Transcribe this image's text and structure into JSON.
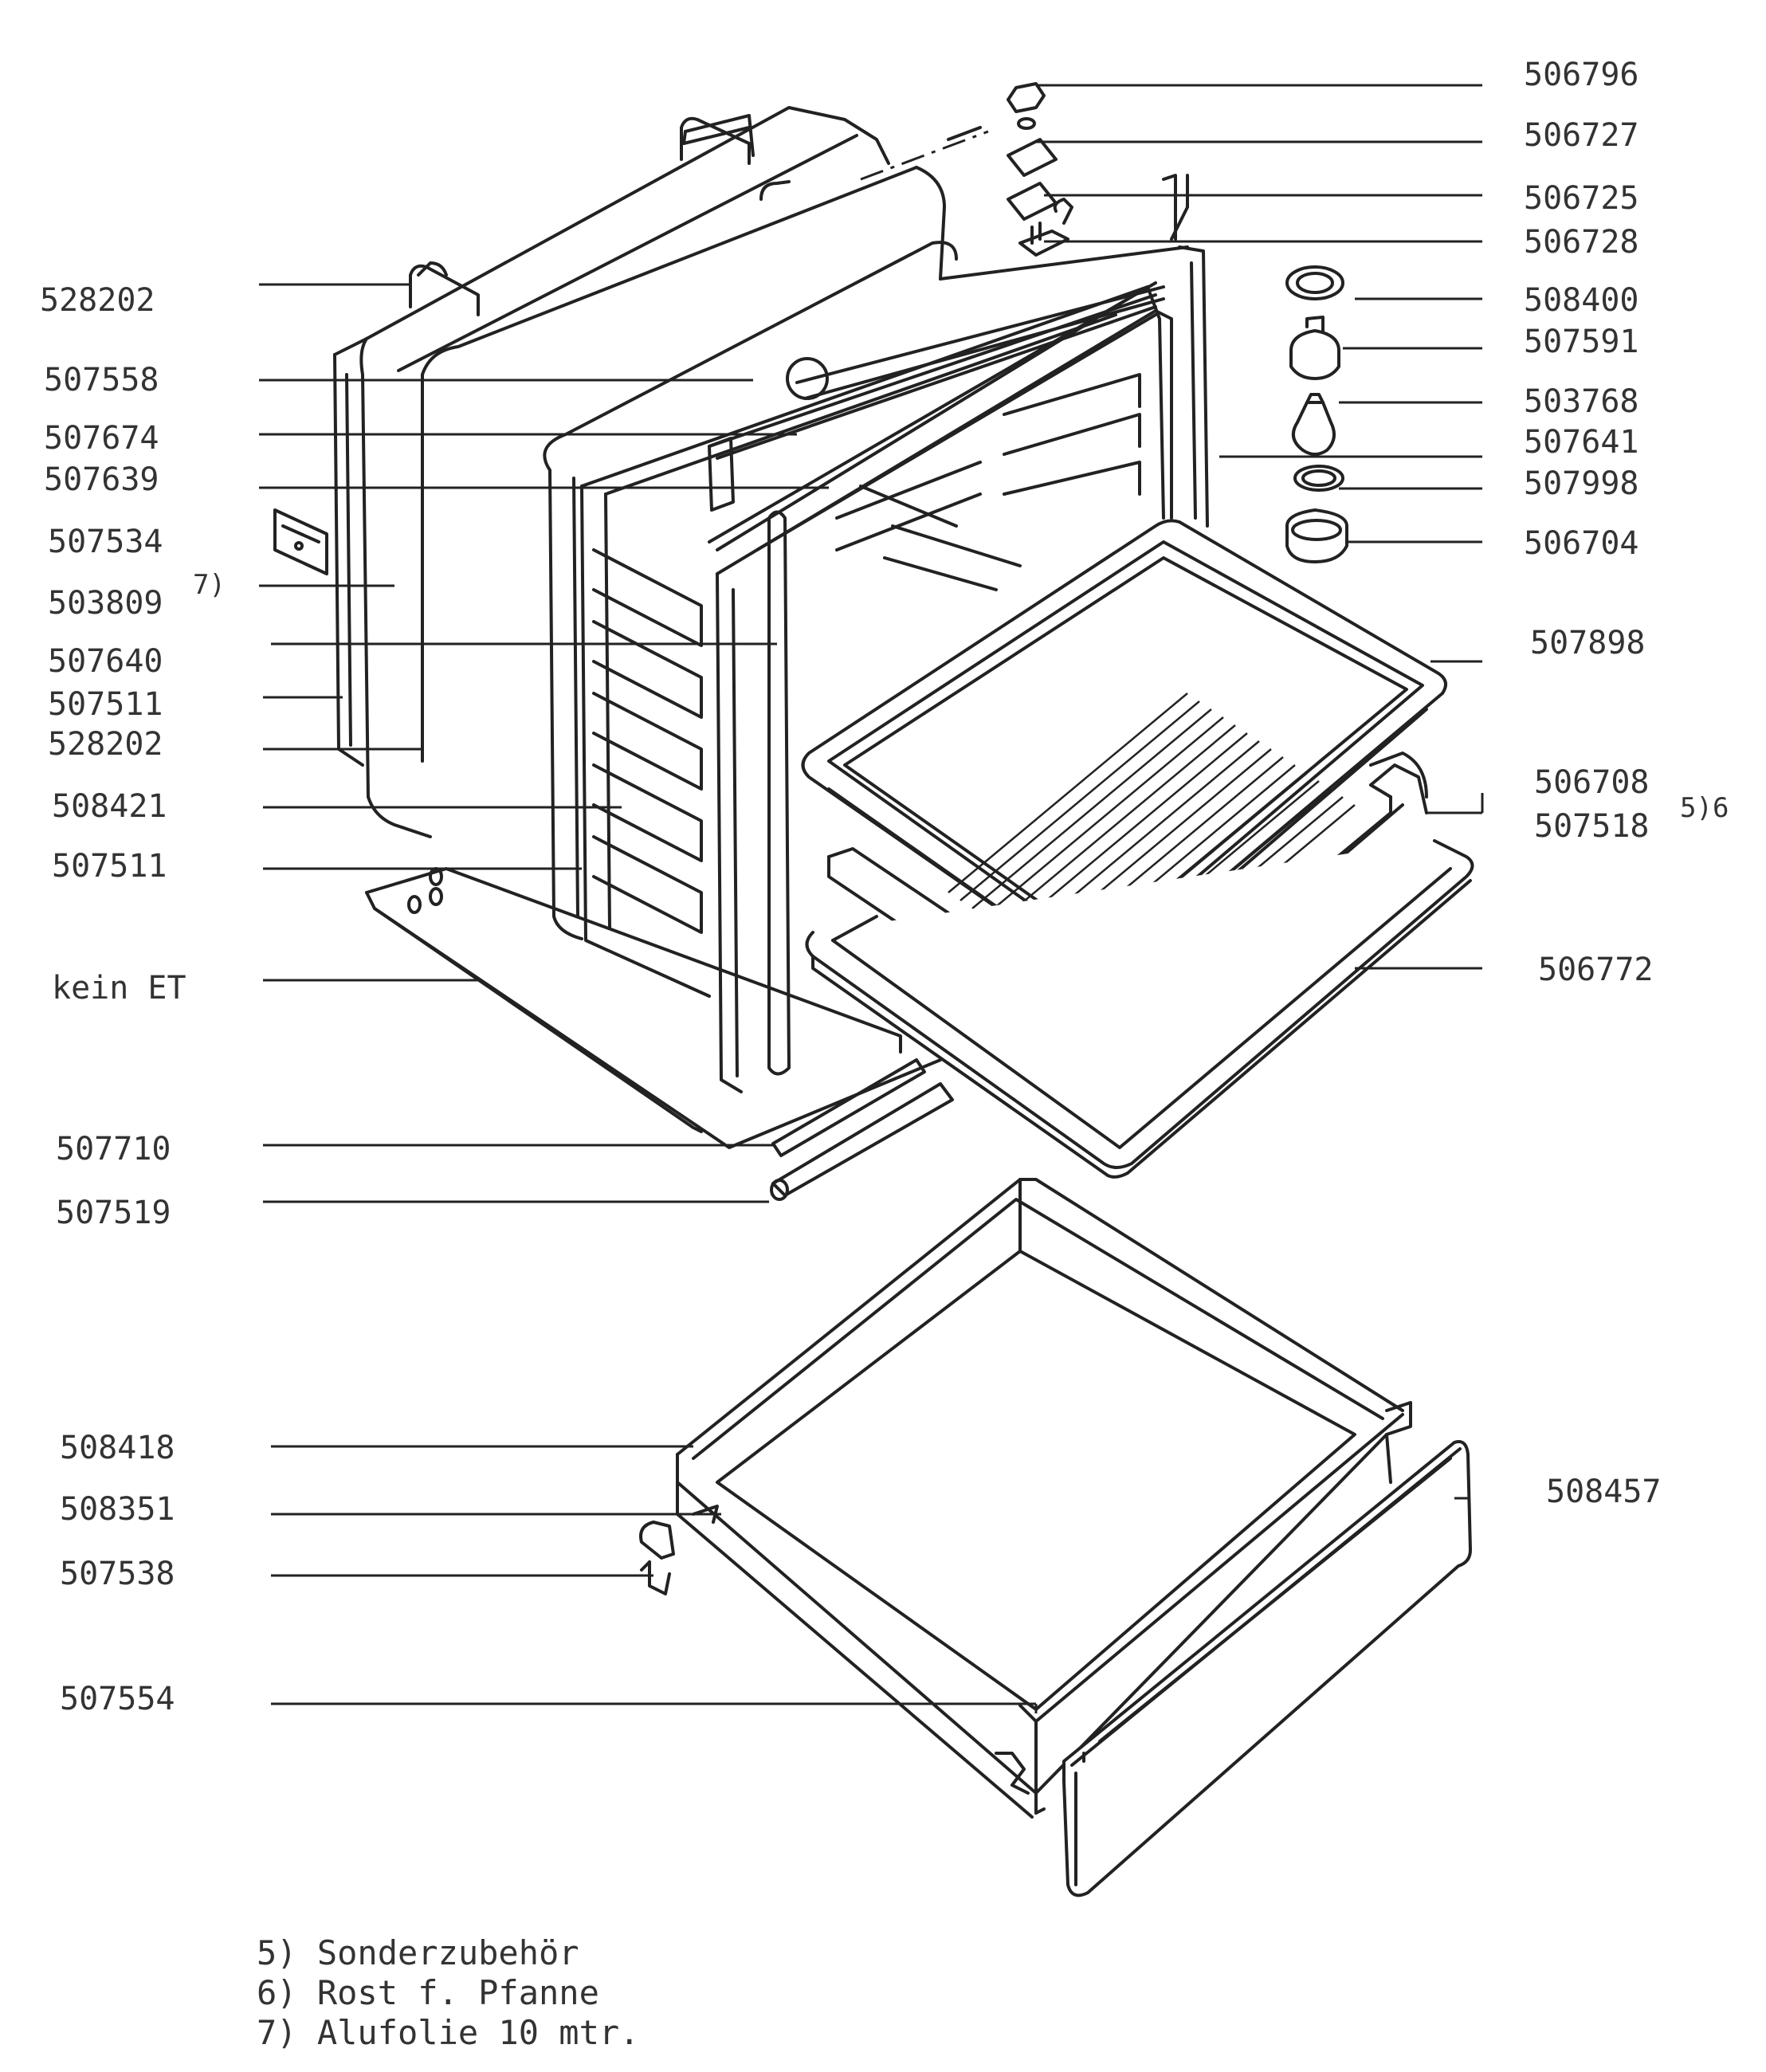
{
  "labels": {
    "l_506796": "506796",
    "l_506727": "506727",
    "l_506725": "506725",
    "l_506728": "506728",
    "l_528202a": "528202",
    "l_508400": "508400",
    "l_507591": "507591",
    "l_507558": "507558",
    "l_503768": "503768",
    "l_507674": "507674",
    "l_507641": "507641",
    "l_507639": "507639",
    "l_507998": "507998",
    "l_507534": "507534",
    "l_506704": "506704",
    "l_503809": "503809",
    "l_507640": "507640",
    "l_507898": "507898",
    "l_507511a": "507511",
    "l_528202b": "528202",
    "l_506708": "506708",
    "l_508421": "508421",
    "l_507518": "507518",
    "l_507511b": "507511",
    "l_kein": "kein ET",
    "l_506772": "506772",
    "l_507710": "507710",
    "l_507519": "507519",
    "l_508418": "508418",
    "l_508457": "508457",
    "l_508351": "508351",
    "l_507538": "507538",
    "l_507554": "507554"
  },
  "superscripts": {
    "s_503809": "7)",
    "s_506708": "5)6"
  },
  "footnotes": {
    "f5": "5) Sonderzubehör",
    "f6": "6) Rost f. Pfanne",
    "f7": "7) Alufolie 10 mtr."
  }
}
